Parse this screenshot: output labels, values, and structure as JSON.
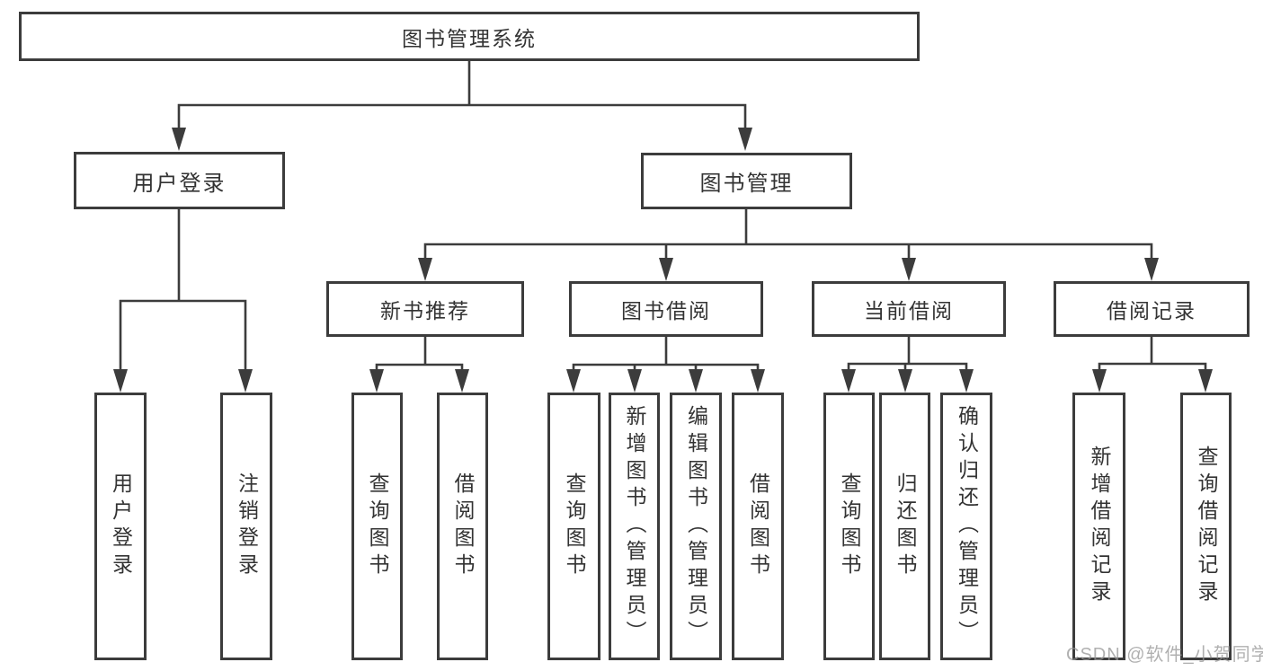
{
  "diagram": {
    "root": "图书管理系统",
    "user_login_branch": {
      "label": "用户登录",
      "children": [
        "用户登录",
        "注销登录"
      ]
    },
    "book_mgmt_branch": {
      "label": "图书管理",
      "children": [
        {
          "label": "新书推荐",
          "children": [
            "查询图书",
            "借阅图书"
          ]
        },
        {
          "label": "图书借阅",
          "children": [
            "查询图书",
            "新增图书（管理员）",
            "编辑图书（管理员）",
            "借阅图书"
          ]
        },
        {
          "label": "当前借阅",
          "children": [
            "查询图书",
            "归还图书",
            "确认归还（管理员）"
          ]
        },
        {
          "label": "借阅记录",
          "children": [
            "新增借阅记录",
            "查询借阅记录"
          ]
        }
      ]
    }
  },
  "watermark": "CSDN @软件_小贺同学",
  "colors": {
    "line": "#3c3c3c",
    "text": "#333333",
    "background": "#ffffff",
    "watermark": "#a9a9a9"
  }
}
